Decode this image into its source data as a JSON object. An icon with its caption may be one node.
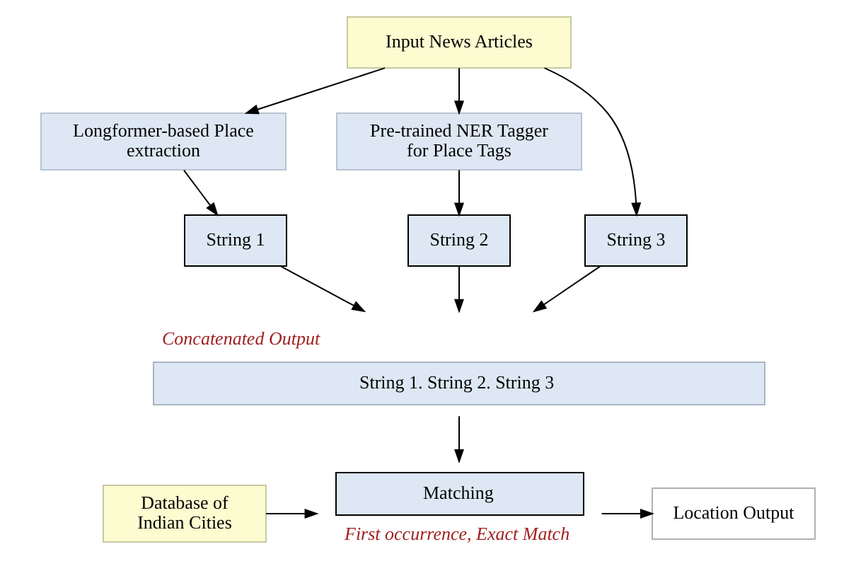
{
  "diagram": {
    "nodes": [
      {
        "text": [
          "Input News Articles"
        ]
      },
      {
        "text": [
          "Longformer-based Place extraction"
        ]
      },
      {
        "text": [
          "Pre-trained NER Tagger for Place Tags"
        ]
      },
      {
        "text": [
          "String 1"
        ]
      },
      {
        "text": [
          "String 2"
        ]
      },
      {
        "text": [
          "String 3"
        ]
      },
      {
        "text": [
          "String 1. String 2. String 3"
        ],
        "beside": [
          "Concatenated Output"
        ]
      },
      {
        "text": [
          "Database of Indian Cities"
        ]
      },
      {
        "text": [
          "Matching"
        ],
        "beside": [
          "First occurrence, Exact Match"
        ]
      },
      {
        "text": [
          "Location Output"
        ]
      }
    ],
    "edges": [
      {
        "from": 0,
        "to": 1,
        "arrow": "to"
      },
      {
        "from": 0,
        "to": 2,
        "arrow": "to"
      },
      {
        "from": 0,
        "to": 5,
        "arrow": "to"
      },
      {
        "from": 1,
        "to": 3,
        "arrow": "to"
      },
      {
        "from": 2,
        "to": 4,
        "arrow": "to"
      },
      {
        "from": 3,
        "to": 6,
        "arrow": "to"
      },
      {
        "from": 4,
        "to": 6,
        "arrow": "to"
      },
      {
        "from": 5,
        "to": 6,
        "arrow": "to"
      },
      {
        "from": 6,
        "to": 8,
        "arrow": "to"
      },
      {
        "from": 7,
        "to": 8,
        "arrow": "to"
      },
      {
        "from": 8,
        "to": 9,
        "arrow": "to"
      }
    ]
  }
}
